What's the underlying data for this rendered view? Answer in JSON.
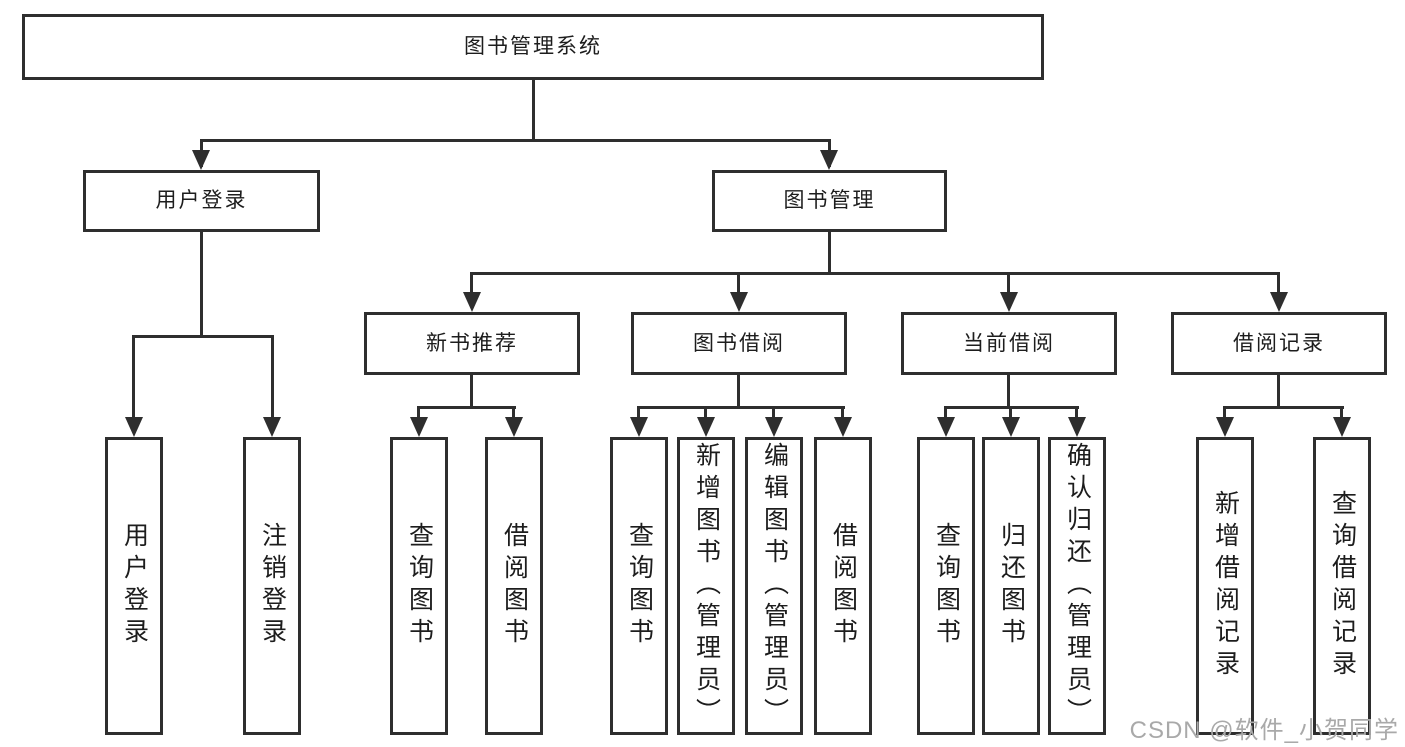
{
  "tree": {
    "label": "图书管理系统",
    "children": [
      {
        "label": "用户登录",
        "children": [
          {
            "label": "用户登录"
          },
          {
            "label": "注销登录"
          }
        ]
      },
      {
        "label": "图书管理",
        "children": [
          {
            "label": "新书推荐",
            "children": [
              {
                "label": "查询图书"
              },
              {
                "label": "借阅图书"
              }
            ]
          },
          {
            "label": "图书借阅",
            "children": [
              {
                "label": "查询图书"
              },
              {
                "label": "新增图书（管理员）"
              },
              {
                "label": "编辑图书（管理员）"
              },
              {
                "label": "借阅图书"
              }
            ]
          },
          {
            "label": "当前借阅",
            "children": [
              {
                "label": "查询图书"
              },
              {
                "label": "归还图书"
              },
              {
                "label": "确认归还（管理员）"
              }
            ]
          },
          {
            "label": "借阅记录",
            "children": [
              {
                "label": "新增借阅记录"
              },
              {
                "label": "查询借阅记录"
              }
            ]
          }
        ]
      }
    ]
  },
  "watermark": {
    "text": "CSDN @软件_小贺同学"
  },
  "colors": {
    "background": "#ffffff",
    "line": "#2e2e2e",
    "box_border": "#2e2e2e",
    "text": "#1d1d1d",
    "watermark": "#a9a9a9"
  }
}
